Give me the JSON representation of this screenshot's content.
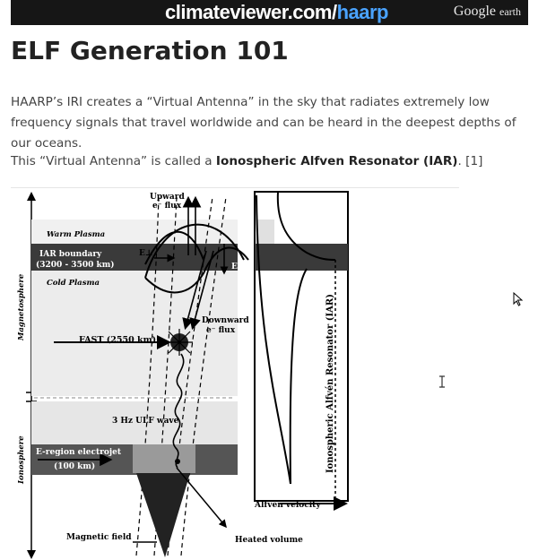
{
  "banner": {
    "site_main": "climateviewer.com/",
    "site_accent": "haarp",
    "google": "Google",
    "earth": "earth"
  },
  "heading": "ELF Generation 101",
  "paragraphs": {
    "p1": "HAARP’s IRI creates a “Virtual Antenna” in the sky that radiates extremely low frequency signals that travel worldwide and can be heard in the deepest depths of our oceans.",
    "p2_before": "This “Virtual Antenna” is called a ",
    "p2_bold": "Ionospheric Alfven Resonator (IAR)",
    "p2_after": ". [1]"
  },
  "diagram": {
    "upward_flux_1": "Upward",
    "upward_flux_2": "e⁻ flux",
    "warm_plasma": "Warm Plasma",
    "iar_boundary_1": "IAR boundary",
    "iar_boundary_2": "(3200 - 3500 km)",
    "cold_plasma": "Cold Plasma",
    "e_perp": "E⊥",
    "e_par": "E∥",
    "magnetosphere": "Magnetosphere",
    "downward_flux_1": "Downward",
    "downward_flux_2": "e⁻ flux",
    "fast": "FAST (2550 km)",
    "ulf_wave": "3 Hz ULF wave",
    "ionosphere": "Ionosphere",
    "e_region_1": "E-region electrojet",
    "e_region_2": "(100 km)",
    "iar_vertical": "Ionospheric Alfvén Resonator (IAR)",
    "alfven_velocity": "Alfvén velocity",
    "magnetic_field": "Magnetic field",
    "heated_volume": "Heated volume"
  },
  "colors": {
    "banner_bg": "#161616",
    "site_accent": "#4aa3ff",
    "band_dark": "#3a3a3a",
    "band_light": "#d9d9d9"
  }
}
